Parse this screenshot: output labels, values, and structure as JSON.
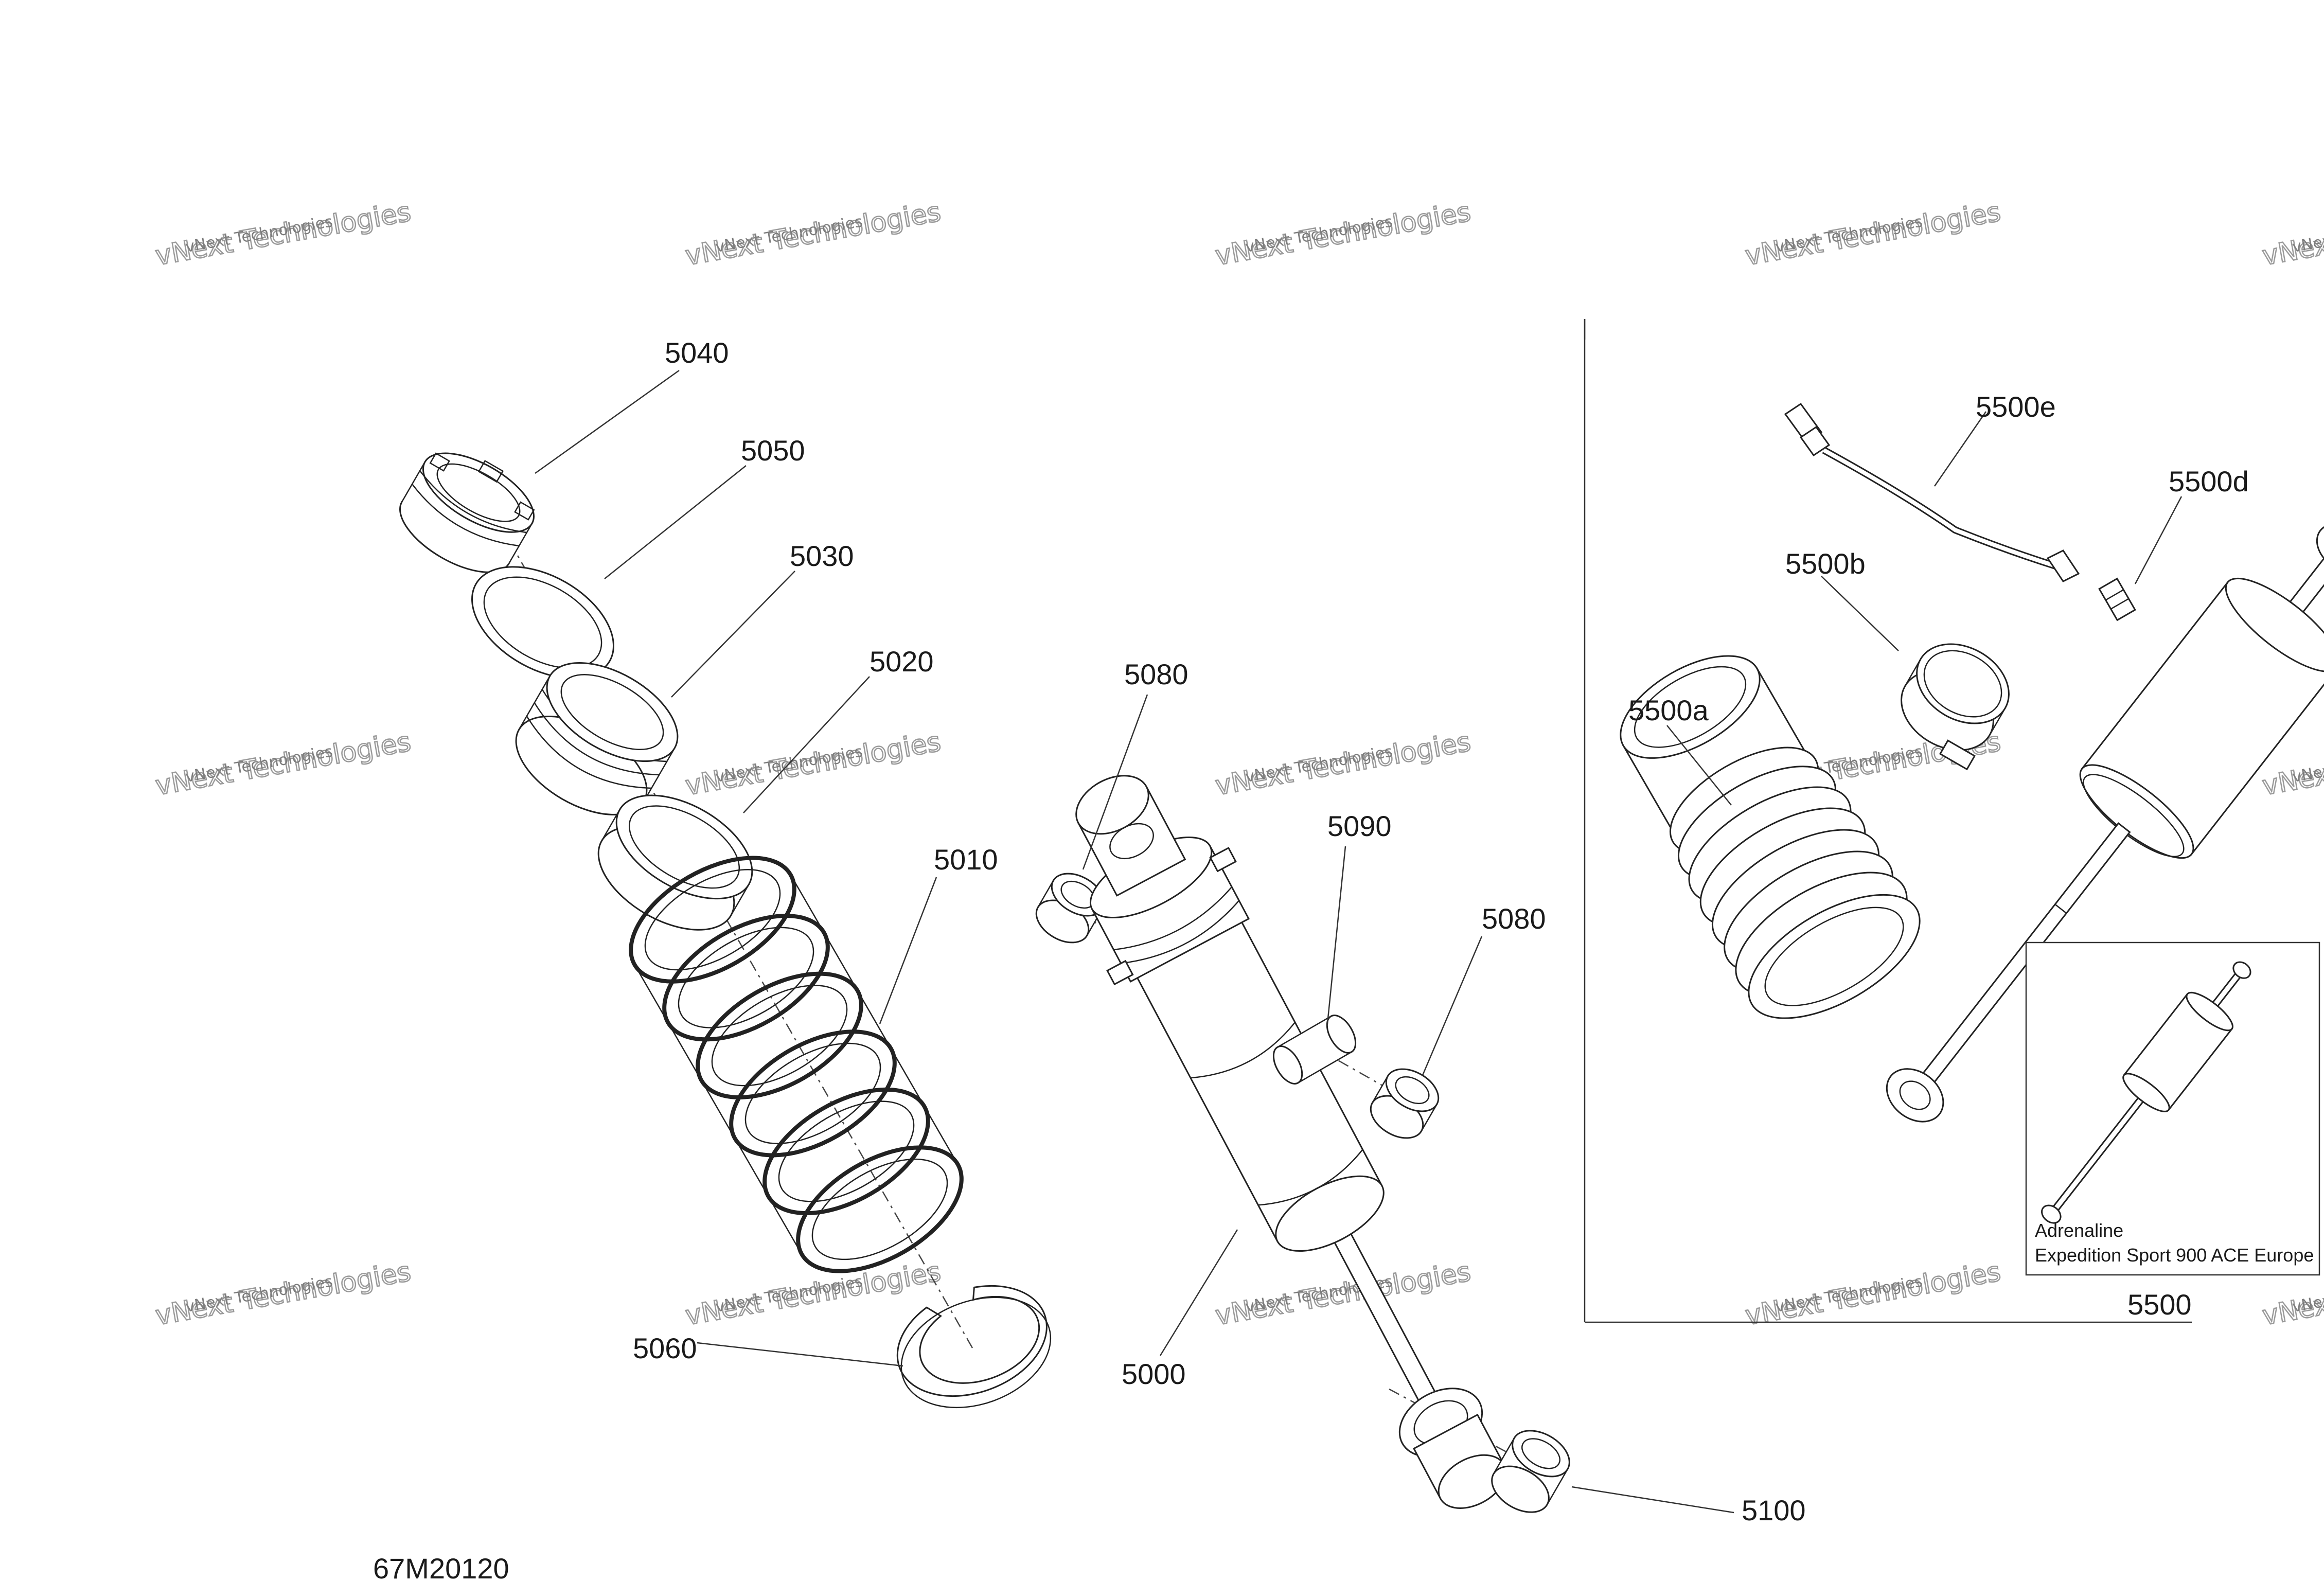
{
  "diagram": {
    "drawing_id": "67M20120",
    "watermark": {
      "line1": "vNext Technologies",
      "line2": "vNext Technologies"
    },
    "callouts": {
      "c5040": "5040",
      "c5050": "5050",
      "c5030": "5030",
      "c5020": "5020",
      "c5010": "5010",
      "c5060": "5060",
      "c5080a": "5080",
      "c5080b": "5080",
      "c5090": "5090",
      "c5000": "5000",
      "c5100": "5100",
      "c5500": "5500",
      "c5500a": "5500a",
      "c5500b": "5500b",
      "c5500d": "5500d",
      "c5500e": "5500e"
    },
    "inset": {
      "line1": "Adrenaline",
      "line2": "Expedition Sport 900 ACE Europe"
    },
    "icons": [
      "shock-absorber-icon",
      "spring-icon",
      "bellows-icon",
      "hose-icon"
    ]
  }
}
